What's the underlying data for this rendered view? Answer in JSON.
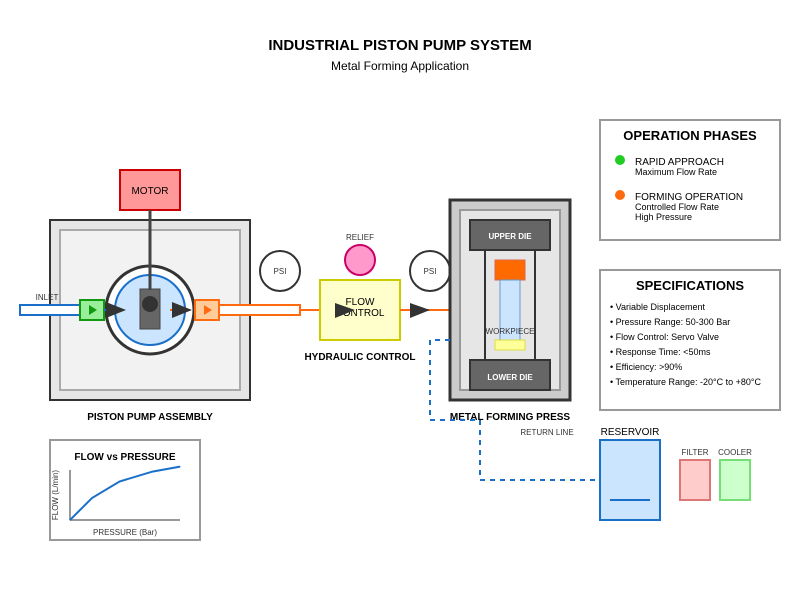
{
  "header": {
    "title": "INDUSTRIAL PISTON PUMP SYSTEM",
    "subtitle": "Metal Forming Application"
  },
  "pump": {
    "motor_label": "MOTOR",
    "inlet_label": "INLET",
    "assembly_label": "PISTON PUMP ASSEMBLY"
  },
  "hydraulic": {
    "gauge1_label": "PSI",
    "gauge2_label": "PSI",
    "relief_label": "RELIEF",
    "flow_control_line1": "FLOW",
    "flow_control_line2": "CONTROL",
    "section_label": "HYDRAULIC CONTROL"
  },
  "press": {
    "upper_die_label": "UPPER DIE",
    "lower_die_label": "LOWER DIE",
    "workpiece_label": "WORKPIECE",
    "section_label": "METAL FORMING PRESS",
    "return_line_label": "RETURN LINE"
  },
  "tank": {
    "reservoir_label": "RESERVOIR",
    "filter_label": "FILTER",
    "cooler_label": "COOLER"
  },
  "phases": {
    "title": "OPERATION PHASES",
    "items": [
      {
        "color": "#22cc22",
        "name": "RAPID APPROACH",
        "details": [
          "Maximum Flow Rate"
        ]
      },
      {
        "color": "#ff6a10",
        "name": "FORMING OPERATION",
        "details": [
          "Controlled Flow Rate",
          "High Pressure"
        ]
      }
    ]
  },
  "specs": {
    "title": "SPECIFICATIONS",
    "items": [
      "• Variable Displacement",
      "• Pressure Range: 50-300 Bar",
      "• Flow Control: Servo Valve",
      "• Response Time: <50ms",
      "• Efficiency: >90%",
      "• Temperature Range: -20°C to +80°C"
    ]
  },
  "colors": {
    "inlet_blue": "#1a6fc9",
    "outlet_orange": "#ff6a10",
    "motor_fill": "#ff9999",
    "motor_stroke": "#cc0000"
  },
  "chart_data": {
    "type": "line",
    "title": "FLOW vs PRESSURE",
    "xlabel": "PRESSURE (Bar)",
    "ylabel": "FLOW (L/min)",
    "x": [
      0,
      0.2,
      0.45,
      0.75,
      1.0
    ],
    "series": [
      {
        "name": "flow",
        "values": [
          0,
          0.4,
          0.7,
          0.88,
          0.97
        ]
      }
    ],
    "xlim": [
      0,
      1
    ],
    "ylim": [
      0,
      1
    ],
    "grid": false
  }
}
